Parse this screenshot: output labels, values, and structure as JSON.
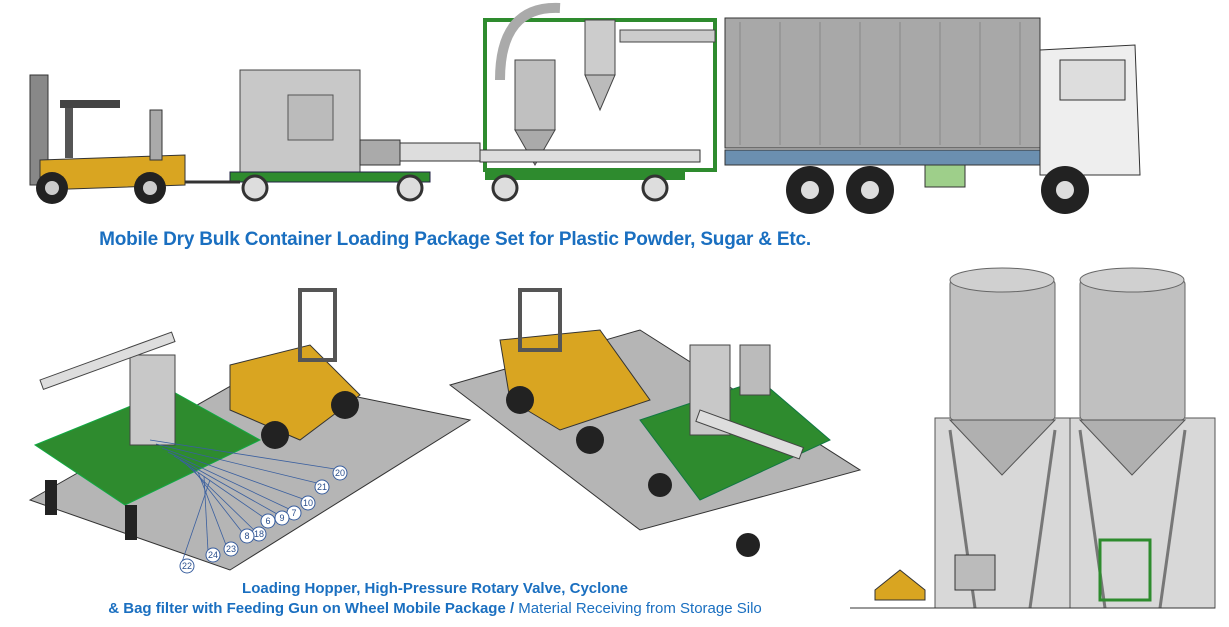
{
  "title": "Mobile Dry Bulk Container Loading Package Set for Plastic Powder, Sugar & Etc.",
  "caption": {
    "line1": "Loading Hopper, High-Pressure Rotary  Valve, Cyclone",
    "line2_bold": "& Bag filter with Feeding Gun on Wheel  Mobile Package /",
    "line2_regular": " Material Receiving from Storage Silo"
  },
  "callouts": [
    "20",
    "21",
    "10",
    "7",
    "9",
    "6",
    "18",
    "8",
    "23",
    "24",
    "22"
  ],
  "colors": {
    "accent": "#1a6fc0",
    "frame_green": "#2e8b2e",
    "forklift_yellow": "#d9a521",
    "grey": "#a9a9a9"
  }
}
